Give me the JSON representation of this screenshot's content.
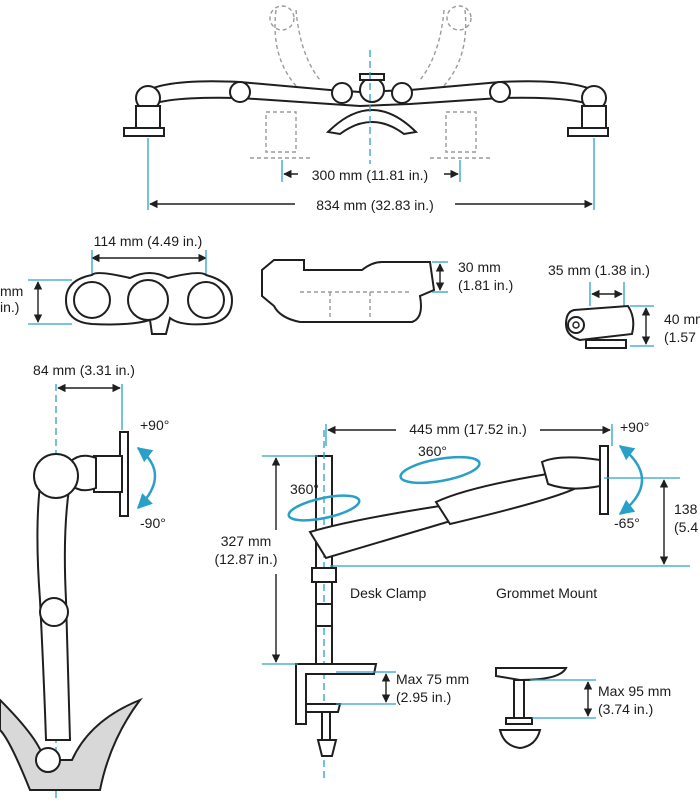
{
  "dimensions": {
    "width_inner": "300 mm (11.81 in.)",
    "width_total": "834 mm (32.83 in.)",
    "spacing_top": "114 mm (4.49 in.)",
    "bracket_height": "30 mm",
    "bracket_height_in": "(1.81 in.)",
    "clamp_width": "35 mm (1.38 in.)",
    "clamp_height": "40 mm",
    "clamp_height_in": "(1.57",
    "left_height_mm": "mm",
    "left_height_in": "in.)",
    "side_offset": "84 mm (3.31 in.)",
    "arm_reach": "445 mm (17.52 in.)",
    "pole_height_mm": "327 mm",
    "pole_height_in": "(12.87 in.)",
    "right_height_mm": "138",
    "right_height_in": "(5.4",
    "desk_clamp_max_mm": "Max 75 mm",
    "desk_clamp_max_in": "(2.95 in.)",
    "grommet_max_mm": "Max 95 mm",
    "grommet_max_in": "(3.74 in.)"
  },
  "rotation": {
    "side_tilt_up": "+90°",
    "side_tilt_down": "-90°",
    "right_tilt_up": "+90°",
    "right_tilt_down": "-65°",
    "swivel_left": "360°",
    "swivel_right": "360°"
  },
  "mount_labels": {
    "desk_clamp": "Desk Clamp",
    "grommet_mount": "Grommet Mount"
  },
  "colors": {
    "dimension_line": "#2aa0c8",
    "outline": "#1f1f1f",
    "ghost": "#9a9a9a"
  }
}
